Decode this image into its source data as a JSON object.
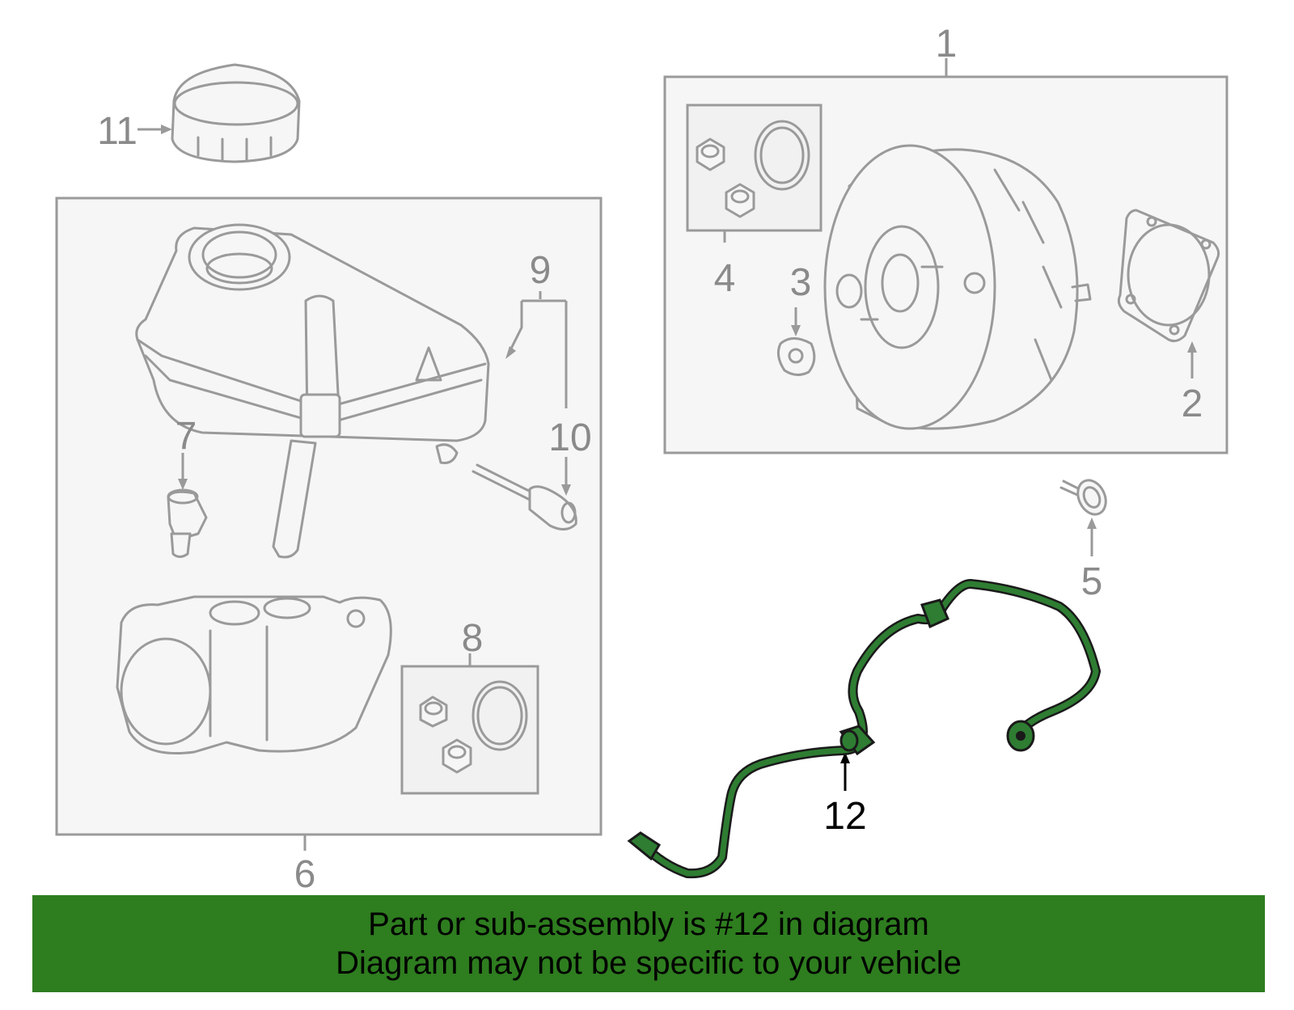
{
  "callouts": {
    "c1": "1",
    "c2": "2",
    "c3": "3",
    "c4": "4",
    "c5": "5",
    "c6": "6",
    "c7": "7",
    "c8": "8",
    "c9": "9",
    "c10": "10",
    "c11": "11",
    "c12": "12"
  },
  "highlighted_part": "12",
  "colors": {
    "highlight_part": "#2e7d32",
    "banner_background": "#2e7d1f",
    "line_gray": "#9a9a9a"
  },
  "banner": {
    "line1": "Part or sub-assembly is #12 in diagram",
    "line2": "Diagram may not be specific to your vehicle"
  }
}
